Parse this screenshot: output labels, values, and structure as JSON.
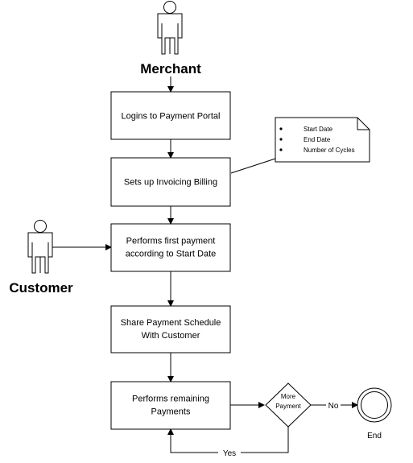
{
  "actors": {
    "merchant": "Merchant",
    "customer": "Customer"
  },
  "steps": {
    "login": [
      "Logins to Payment Portal"
    ],
    "setup": [
      "Sets up Invoicing Billing"
    ],
    "first_payment": [
      "Performs first payment",
      "according to Start Date"
    ],
    "share": [
      "Share Payment Schedule",
      "With Customer"
    ],
    "remaining": [
      "Performs remaining",
      "Payments"
    ]
  },
  "note": {
    "items": [
      "Start Date",
      "End Date",
      "Number of Cycles"
    ]
  },
  "decision": [
    "More",
    "Payment"
  ],
  "edges": {
    "no": "No",
    "yes": "Yes"
  },
  "end_label": "End"
}
